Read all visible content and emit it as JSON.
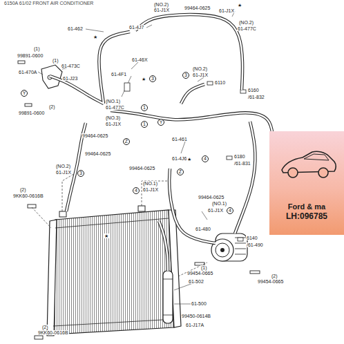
{
  "diagram": {
    "title": "6150A 61/02 FRONT AIR CONDITIONER",
    "nodes": [
      {
        "text": [
          "Ford & ma",
          "LH:096785"
        ]
      }
    ],
    "labels": [
      "(NO.2)",
      "61-J1X",
      "99464-0625",
      "61-J1X",
      "★",
      "(NO.2)",
      "61-477C",
      "61-462",
      "61-4J7",
      "★",
      "(1)",
      "99891-0600",
      "(1)",
      "61-473C",
      "61-470A",
      "61-J23",
      "Y",
      "(2)",
      "99891-0600",
      "61-46X",
      "61-4F1",
      "★",
      "3",
      "(NO.2)",
      "3",
      "61-J1X",
      "6110",
      "6160",
      "/61-832",
      "(NO.1)",
      "61-477C",
      "1",
      "(NO.3)",
      "61-J1X",
      "1",
      "Y",
      "Z",
      "99464-0625",
      "99464-0625",
      "(NO.2)",
      "61-J1X",
      "3",
      "61-461",
      "61-4J6",
      "★",
      "4",
      "6180",
      "/61-831",
      "99464-0625",
      "Z",
      "(NO.1)",
      "4",
      "61-J1X",
      "99464-0625",
      "(NO.1)",
      "61-J1X",
      "4",
      "6140",
      "/61-490",
      "(2)",
      "9KK60-0616B",
      "61-480",
      "★",
      "(1)",
      "99454-0665",
      "(2)",
      "99454-0665",
      "61-502",
      "61-500",
      "99450-0614B",
      "61-J17A",
      "(2)",
      "9KK60-0616B"
    ]
  }
}
